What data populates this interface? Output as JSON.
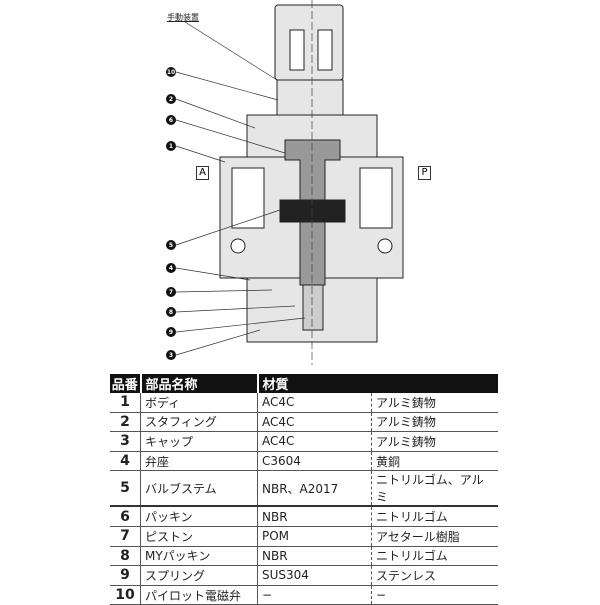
{
  "diagram": {
    "manual_device_label": "手動装置",
    "port_a": "A",
    "port_p": "P",
    "callouts": [
      "10",
      "2",
      "6",
      "1",
      "5",
      "4",
      "7",
      "8",
      "9",
      "3"
    ]
  },
  "table": {
    "headers": [
      "品番",
      "部品名称",
      "材質"
    ],
    "rows": [
      {
        "no": "1",
        "name": "ボディ",
        "material": "AC4C",
        "material_jp": "アルミ鋳物"
      },
      {
        "no": "2",
        "name": "スタフィング",
        "material": "AC4C",
        "material_jp": "アルミ鋳物"
      },
      {
        "no": "3",
        "name": "キャップ",
        "material": "AC4C",
        "material_jp": "アルミ鋳物"
      },
      {
        "no": "4",
        "name": "弁座",
        "material": "C3604",
        "material_jp": "黄銅"
      },
      {
        "no": "5",
        "name": "バルブステム",
        "material": "NBR、A2017",
        "material_jp": "ニトリルゴム、アルミ"
      },
      {
        "no": "6",
        "name": "パッキン",
        "material": "NBR",
        "material_jp": "ニトリルゴム"
      },
      {
        "no": "7",
        "name": "ピストン",
        "material": "POM",
        "material_jp": "アセタール樹脂"
      },
      {
        "no": "8",
        "name": "MYパッキン",
        "material": "NBR",
        "material_jp": "ニトリルゴム"
      },
      {
        "no": "9",
        "name": "スプリング",
        "material": "SUS304",
        "material_jp": "ステンレス"
      },
      {
        "no": "10",
        "name": "パイロット電磁弁",
        "material": "−",
        "material_jp": "−"
      }
    ]
  }
}
